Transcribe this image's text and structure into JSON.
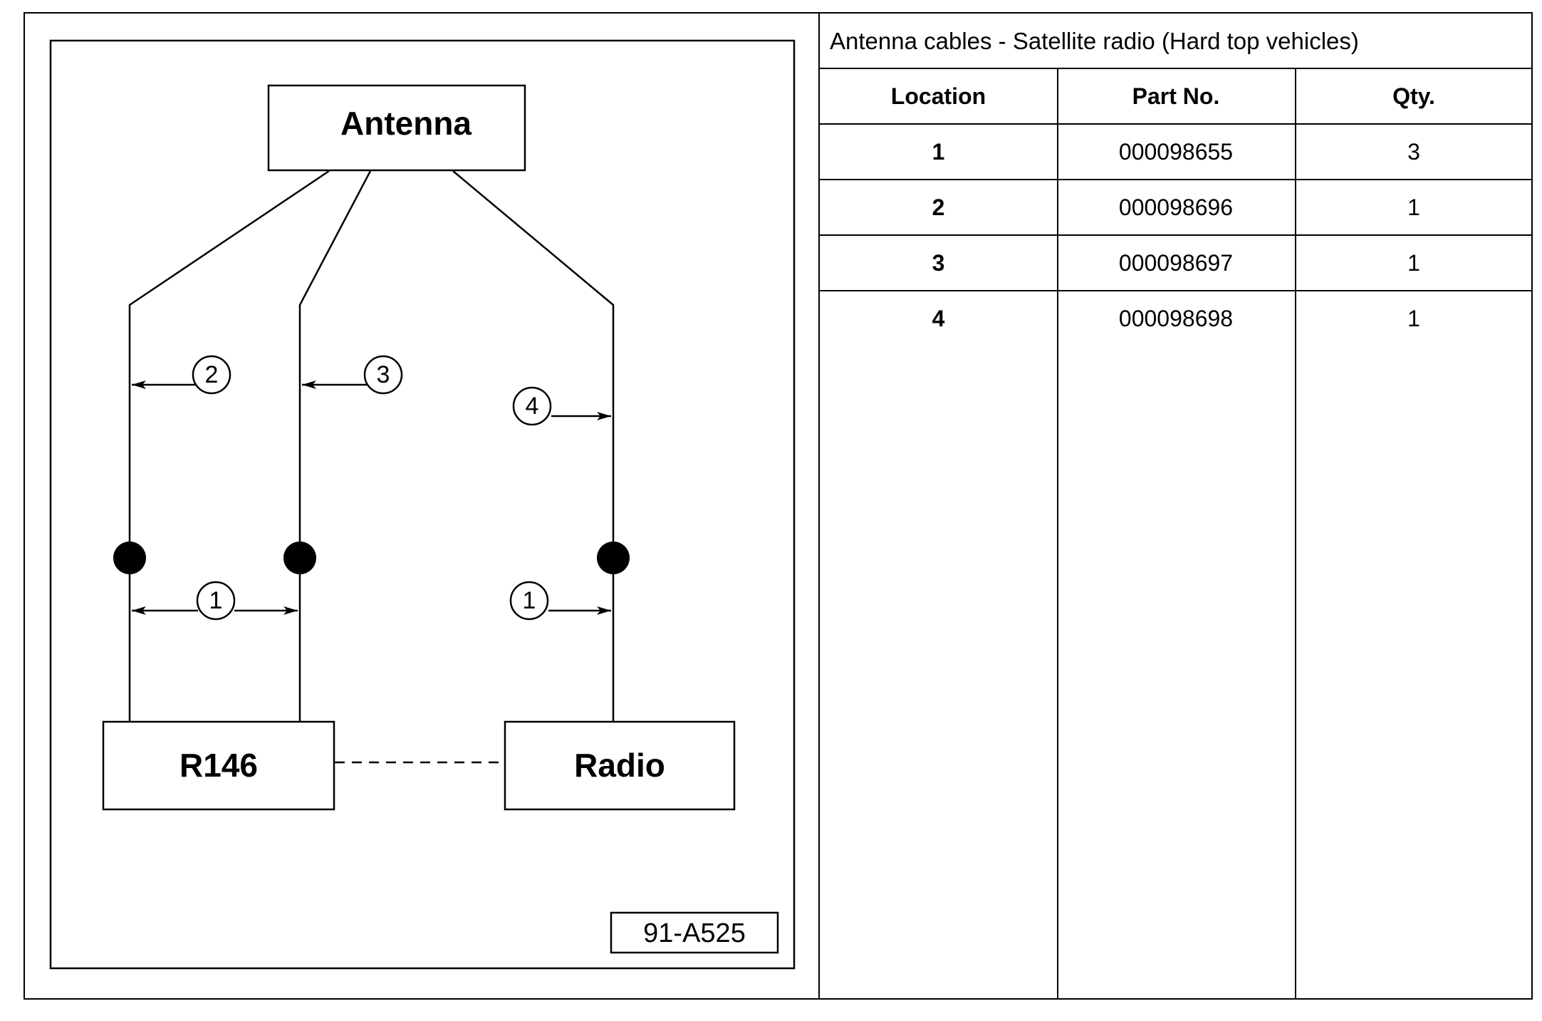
{
  "diagram": {
    "boxes": {
      "antenna": "Antenna",
      "r146": "R146",
      "radio": "Radio"
    },
    "callouts": [
      "2",
      "3",
      "4",
      "1",
      "1"
    ],
    "figure_id": "91-A525"
  },
  "table": {
    "title": "Antenna cables - Satellite radio (Hard top vehicles)",
    "headers": [
      "Location",
      "Part No.",
      "Qty."
    ],
    "rows": [
      {
        "location": "1",
        "part_no": "000098655",
        "qty": "3"
      },
      {
        "location": "2",
        "part_no": "000098696",
        "qty": "1"
      },
      {
        "location": "3",
        "part_no": "000098697",
        "qty": "1"
      },
      {
        "location": "4",
        "part_no": "000098698",
        "qty": "1"
      }
    ]
  }
}
